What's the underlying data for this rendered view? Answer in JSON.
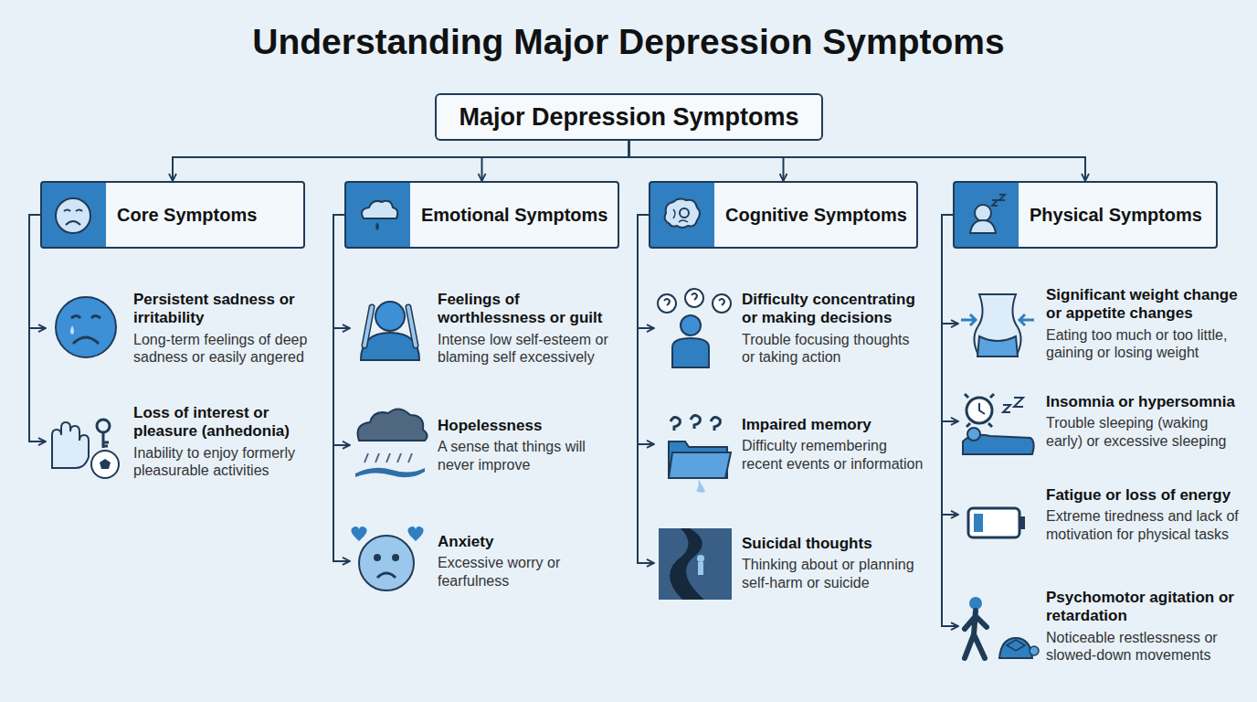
{
  "diagram": {
    "title": "Understanding Major Depression Symptoms",
    "nodes": [
      {
        "text": [
          "Major Depression Symptoms"
        ]
      },
      {
        "text": [
          "Core Symptoms"
        ]
      },
      {
        "text": [
          "Emotional Symptoms"
        ]
      },
      {
        "text": [
          "Cognitive Symptoms"
        ]
      },
      {
        "text": [
          "Physical Symptoms"
        ]
      },
      {
        "text": [
          "Persistent sadness or irritability",
          "Long-term feelings of deep sadness or easily angered"
        ]
      },
      {
        "text": [
          "Loss of interest or pleasure (anhedonia)",
          "Inability to enjoy formerly pleasurable activities"
        ]
      },
      {
        "text": [
          "Feelings of worthlessness or guilt",
          "Intense low self-esteem or blaming self excessively"
        ]
      },
      {
        "text": [
          "Hopelessness",
          "A sense that things will never improve"
        ]
      },
      {
        "text": [
          "Anxiety",
          "Excessive worry or fearfulness"
        ]
      },
      {
        "text": [
          "Difficulty concentrating or making decisions",
          "Trouble focusing thoughts or taking action"
        ]
      },
      {
        "text": [
          "Impaired memory",
          "Difficulty remembering recent events or information"
        ]
      },
      {
        "text": [
          "Suicidal thoughts",
          "Thinking about or planning self-harm or suicide"
        ]
      },
      {
        "text": [
          "Significant weight change or appetite changes",
          "Eating too much or too little, gaining or losing weight"
        ]
      },
      {
        "text": [
          "Insomnia or hypersomnia",
          "Trouble sleeping (waking early) or excessive sleeping"
        ]
      },
      {
        "text": [
          "Fatigue or loss of energy",
          "Extreme tiredness and lack of motivation for physical tasks"
        ]
      },
      {
        "text": [
          "Psychomotor agitation or retardation",
          "Noticeable restlessness or slowed-down movements"
        ]
      }
    ],
    "edges": [
      {
        "from": 0,
        "to": 1,
        "arrow": "to"
      },
      {
        "from": 0,
        "to": 2,
        "arrow": "to"
      },
      {
        "from": 0,
        "to": 3,
        "arrow": "to"
      },
      {
        "from": 0,
        "to": 4,
        "arrow": "to"
      },
      {
        "from": 1,
        "to": 5,
        "arrow": "to"
      },
      {
        "from": 1,
        "to": 6,
        "arrow": "to"
      },
      {
        "from": 2,
        "to": 7,
        "arrow": "to"
      },
      {
        "from": 2,
        "to": 8,
        "arrow": "to"
      },
      {
        "from": 2,
        "to": 9,
        "arrow": "to"
      },
      {
        "from": 3,
        "to": 10,
        "arrow": "to"
      },
      {
        "from": 3,
        "to": 11,
        "arrow": "to"
      },
      {
        "from": 3,
        "to": 12,
        "arrow": "to"
      },
      {
        "from": 4,
        "to": 13,
        "arrow": "to"
      },
      {
        "from": 4,
        "to": 14,
        "arrow": "to"
      },
      {
        "from": 4,
        "to": 15,
        "arrow": "to"
      },
      {
        "from": 4,
        "to": 16,
        "arrow": "to"
      }
    ]
  }
}
